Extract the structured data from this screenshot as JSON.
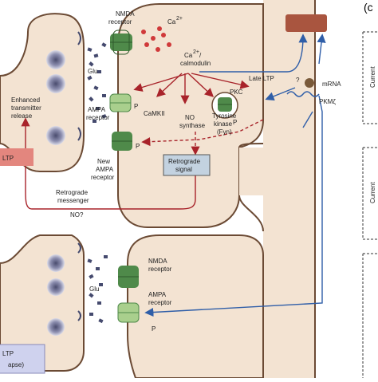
{
  "labels": {
    "panel_c": "(c",
    "nmda_top_1": "NMDA",
    "nmda_top_2": "receptor",
    "ca": "Ca",
    "ca_sup": "2+",
    "glu_top": "Glu",
    "camod_1": "Ca",
    "camod_sup": "2+",
    "camod_2": "/",
    "camod_3": "calmodulin",
    "late_ltp": "Late LTP",
    "question": "?",
    "mrna": "mRNA",
    "pkmz": "PKMζ",
    "enh_1": "Enhanced",
    "enh_2": "transmitter",
    "enh_3": "release",
    "ampa_top_1": "AMPA",
    "ampa_top_2": "receptor",
    "camkii": "CaMKII",
    "pkc": "PKC",
    "no_1": "NO",
    "no_2": "synthase",
    "tyr_1": "Tyrosine",
    "tyr_2": "kinase",
    "tyr_3": "(Fyn)",
    "p1": "P",
    "p2": "P",
    "p3": "P",
    "p4": "P",
    "new_1": "New",
    "new_2": "AMPA",
    "new_3": "receptor",
    "retro_sig_1": "Retrograde",
    "retro_sig_2": "signal",
    "retro_msg_1": "Retrograde",
    "retro_msg_2": "messenger",
    "no_q": "NO?",
    "ltp_tag": "LTP",
    "nmda_bot_1": "NMDA",
    "nmda_bot_2": "receptor",
    "glu_bot": "Glu",
    "ampa_bot_1": "AMPA",
    "ampa_bot_2": "receptor",
    "ltp_bot_1": "LTP",
    "ltp_bot_2": "apse)",
    "current_1": "Current",
    "current_2": "Current"
  },
  "colors": {
    "cell_fill": "#f3e3d2",
    "cell_stroke": "#6b4a34",
    "arrow_red": "#a8232a",
    "arrow_blue": "#2f5ea8",
    "receptor_green": "#4f8a4a",
    "receptor_light": "#a9cf8d",
    "vesicle_dots": "#454a6e",
    "ltp_box_red": "#e3867e",
    "ltp_box_blue": "#cfd2ee",
    "retro_box": "#c3d2e0",
    "ca_red": "#d0393a"
  }
}
